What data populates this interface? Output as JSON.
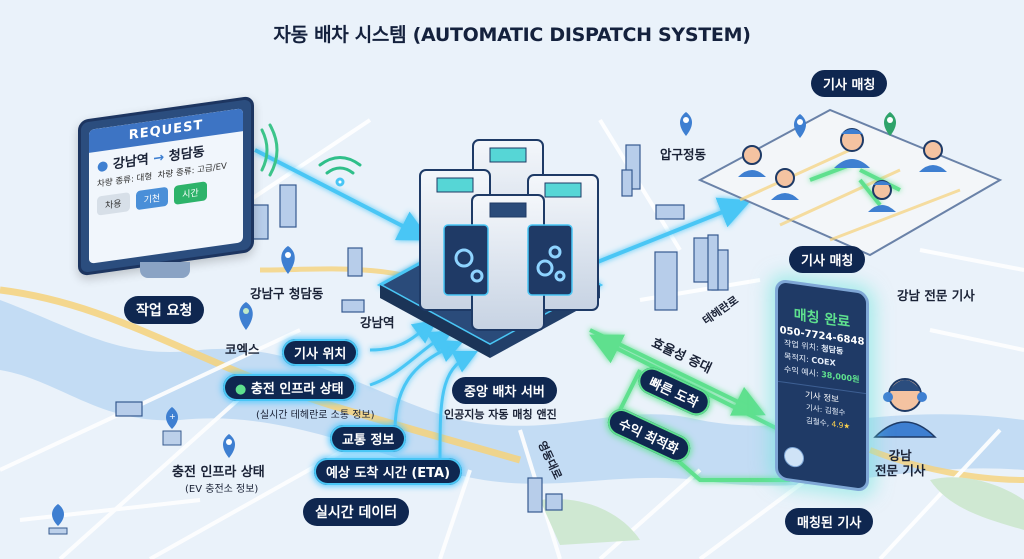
{
  "title": "자동 배차 시스템 (AUTOMATIC DISPATCH SYSTEM)",
  "colors": {
    "pill_bg": "#0f2750",
    "data_flow_blue": "#49c6f5",
    "match_flow_green": "#5ee08e",
    "river": "#bcd8f2",
    "major_road": "#f6d27a",
    "map_bg": "#eaf2fa"
  },
  "request_monitor": {
    "header": "REQUEST",
    "route_from": "강남역",
    "route_arrow": "→",
    "route_to": "청담동",
    "vehicle_type_1": "차량 종류: 대형",
    "vehicle_type_2": "차량 종류: 고급/EV",
    "buttons": [
      "차용",
      "기천",
      "시간"
    ]
  },
  "labels": {
    "work_request": "작업 요청",
    "driver_location": "기사 위치",
    "charging_infra_status": "충전 인프라 상태",
    "charging_infra_sub": "(실시간 테헤란로 소통 정보)",
    "traffic_info": "교통 정보",
    "eta": "예상 도착 시간 (ETA)",
    "realtime_data": "실시간 데이터",
    "central_server": "중앙 배차 서버",
    "central_server_sub": "인공지능 자동 매칭 앤진",
    "efficiency": "효율성 증대",
    "fast_arrival": "빠른 도착",
    "profit_optimization": "수익 최적화",
    "driver_matching_top": "기사 매칭",
    "driver_matching_bottom": "기사 매칭",
    "gangnam_expert_driver_top": "강남 전문 기사",
    "gangnam_expert_driver_1": "강남",
    "gangnam_expert_driver_2": "전문 기사",
    "matched_driver": "매칭된 기사"
  },
  "map_places": {
    "gangnam_cheongdam": "강남구 청담동",
    "coex": "코엑스",
    "gangnam_station": "강남역",
    "apgujeong": "압구정동",
    "teheran_ro": "테헤란로",
    "yeongdong_daero": "영동대로",
    "charging_infra_map": "충전 인프라 상태",
    "charging_infra_map_sub": "(EV 충전소 정보)"
  },
  "phone": {
    "status": "매칭 완료",
    "phone_number": "050-7724-6848",
    "work_location_label": "작업 위치:",
    "work_location": "청담동",
    "destination_label": "목적지:",
    "destination": "COEX",
    "expected_profit_label": "수익 예시:",
    "expected_profit": "38,000원",
    "driver_info_title": "기사 정보",
    "driver_name_line": "기사: 김철수",
    "driver_rating_name": "김철수,",
    "driver_rating": "4.9",
    "rating_icon": "★"
  }
}
